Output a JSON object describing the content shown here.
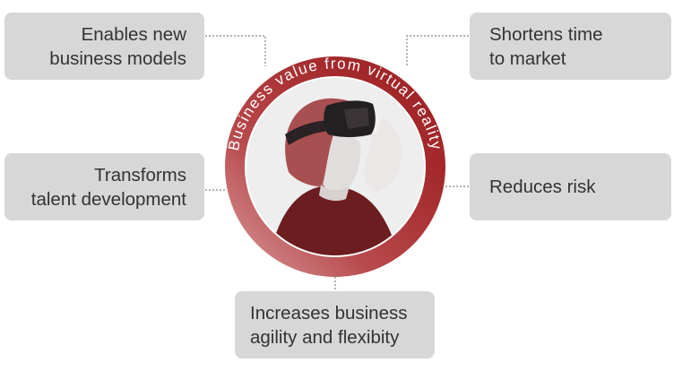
{
  "center": {
    "ring_text": "Business value from virtual reality",
    "ring_color": "#a32a2c",
    "ring_highlight": "#c77a7c",
    "icon": "person-vr-headset-icon"
  },
  "benefits": [
    {
      "line1": "Enables new",
      "line2": "business models"
    },
    {
      "line1": "Shortens time",
      "line2": "to market"
    },
    {
      "line1": "Transforms",
      "line2": "talent development"
    },
    {
      "line1": "Reduces risk"
    },
    {
      "line1": "Increases business",
      "line2": "agility and flexibity"
    }
  ],
  "colors": {
    "box_bg": "#d7d7d7",
    "text": "#333333",
    "connector": "#666666"
  }
}
